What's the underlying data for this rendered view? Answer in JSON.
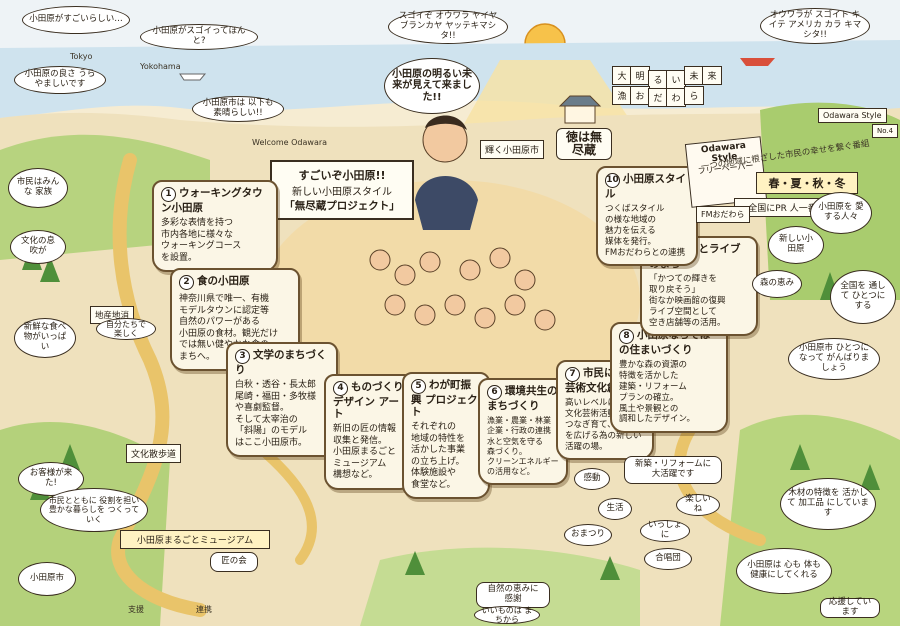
{
  "header": {
    "bubbles": [
      "小田原がすごいらしい…",
      "小田原がスゴイってほんと?",
      "スゴイぞ オウワラ ヤイヤ ブランカヤ ヤッテキマシタ!!",
      "オウワラが スゴイト キイテ アメリカ カラ キマシタ!!",
      "小田原の良さ うらやましいです",
      "小田原市は 以下も素晴らしい!!"
    ],
    "places": [
      "Tokyo",
      "Yokohama",
      "Welcome Odawara"
    ]
  },
  "center": {
    "mayor_bubble": "小田原の明るい未来が見えて来ました!!",
    "title_line1": "すごいぞ小田原!!",
    "title_line2": "新しい小田原スタイル",
    "title_line3": "「無尽蔵プロジェクト」",
    "city_hall_banner": "輝く小田原市",
    "motto": "徳は無尽蔵",
    "top_right_sign_chars": [
      "大",
      "明",
      "る",
      "い",
      "未",
      "来",
      "漁",
      "お",
      "だ",
      "わ",
      "ら"
    ]
  },
  "projects": [
    {
      "num": "1",
      "title": "ウォーキングタウン小田原",
      "body": "多彩な表情を持つ\n市内各地に様々な\nウォーキングコース\nを設置。"
    },
    {
      "num": "2",
      "title": "食の小田原",
      "body": "神奈川県で唯一、有機\nモデルタウンに認定等\n自然のパワーがある\n小田原の食材。観光だけ\nでは無い健やかな食の\nまちへ。"
    },
    {
      "num": "3",
      "title": "文学のまちづくり",
      "body": "白秋・透谷・長太郎\n尾崎・福田・多牧様\nや喜劇監督。\nそして太宰治の\n「斜陽」のモデル\nはここ小田原市。"
    },
    {
      "num": "4",
      "title": "ものづくり デザイン アート",
      "body": "新旧の匠の情報\n収集と発信。\n小田原まるごと\nミュージアム\n構想など。"
    },
    {
      "num": "5",
      "title": "わが町振興 プロジェクト",
      "body": "それぞれの\n地域の特性を\n活かした事業\nの立ち上げ。\n体験施設や\n食堂など。"
    },
    {
      "num": "6",
      "title": "環境共生の まちづくり",
      "body": "漁業・農業・林業\n企業・行政の連携\n水と空気を守る\n森づくり。\nクリーンエネルギー\nの活用など。"
    },
    {
      "num": "7",
      "title": "市民による 芸術文化創造",
      "body": "高いレベルにある\n文化芸術活動を\nつなぎ育て、視野\nを広げる為の新しい\n活躍の場。"
    },
    {
      "num": "8",
      "title": "小田原ならでは の住まいづくり",
      "body": "豊かな森の資源の\n特徴を活かした\n建築・リフォーム\nプランの確立。\n風土や景観との\n調和したデザイン。"
    },
    {
      "num": "9",
      "title": "シネマとライブ のまち",
      "body": "「かつての輝きを\n取り戻そう」\n街なか映画館の復興\nライブ空間として\n空き店舗等の活用。"
    },
    {
      "num": "10",
      "title": "小田原スタイル",
      "body": "つくばスタイル\nの様な地域の\n魅力を伝える\n媒体を発行。\nFMおだわらとの連携"
    }
  ],
  "right_panel": {
    "magazine_title": "Odawara Style",
    "magazine_sub": "フリーペーパー",
    "brand": "Odawara Style",
    "magazine_no": "No.4",
    "banner": "一つの地域に根ざした市民の幸せを繋ぐ番組",
    "seasons": "春・夏・秋・冬",
    "promo": "全国にPR 人一番組",
    "radio_label": "FMおだわら"
  },
  "annotations": [
    "市民はみんな 家族",
    "文化の息吹が",
    "小田原を 愛する人々",
    "新しい小田原",
    "全国を 通して ひとつにする",
    "森の恵み",
    "小田原市 ひとつになって がんばりましょう",
    "応援しています",
    "小田原まるごとミュージアム",
    "匠の会",
    "文化散歩道",
    "支援",
    "連携",
    "小田原市",
    "お客様が来た!",
    "新鮮な食べ物がいっぱい",
    "地産地消",
    "木材の特徴を 活かして 加工品 にしています",
    "市民とともに 役割を担い 豊かな暮らしを つくっていく",
    "新築・リフォームに 大活躍です",
    "小田原は 心も 体も 健康にしてくれる",
    "自分たちで 楽しく",
    "感動",
    "生活",
    "おまつり",
    "楽しいね",
    "いっしょに",
    "合唱団",
    "自然の恵みに 感謝",
    "いいものは まちから"
  ]
}
